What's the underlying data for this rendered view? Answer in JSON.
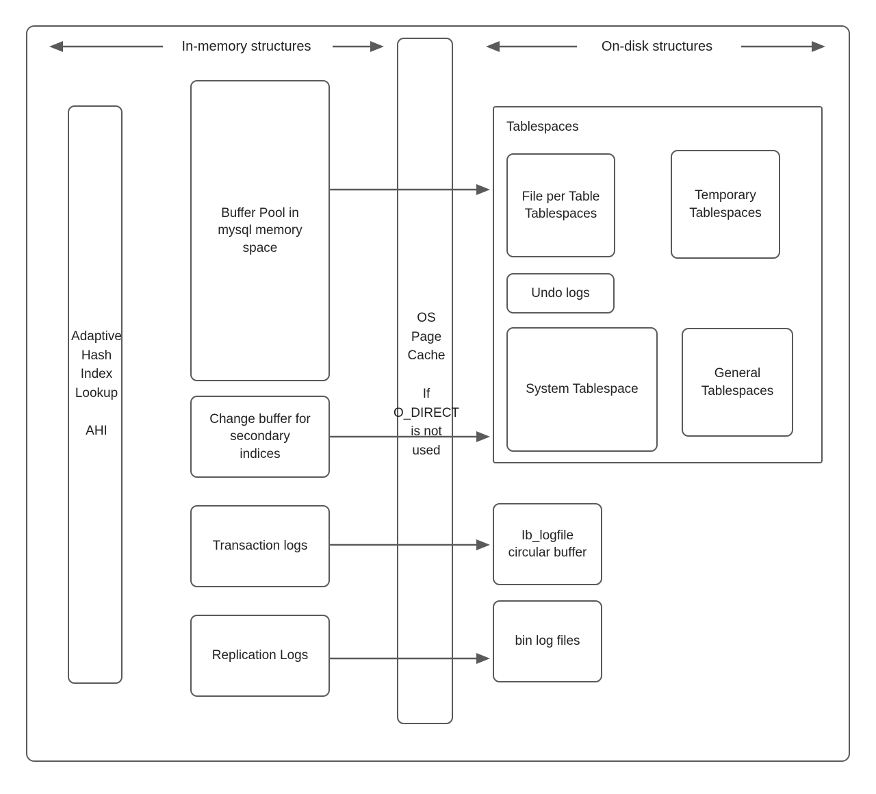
{
  "diagram": {
    "title_headers": [
      {
        "label": "In-memory structures"
      },
      {
        "label": "On-disk structures"
      }
    ],
    "left_column": {
      "ahi_box": {
        "label": "Adaptive\nHash\nIndex\nLookup\n\nAHI"
      }
    },
    "memory_nodes": [
      {
        "label": "Buffer Pool in\nmysql memory\nspace"
      },
      {
        "label": "Change buffer for\nsecondary\nindices"
      },
      {
        "label": "Transaction logs"
      },
      {
        "label": "Replication Logs"
      }
    ],
    "page_cache": {
      "title": "OS\nPage\nCache",
      "note": "If\nO_DIRECT\nis not\nused"
    },
    "tablespaces_group": {
      "title": "Tablespaces",
      "children": [
        {
          "label": "File per Table\nTablespaces"
        },
        {
          "label": "Temporary\nTablespaces"
        },
        {
          "label": "Undo logs"
        },
        {
          "label": "System Tablespace"
        },
        {
          "label": "General\nTablespaces"
        }
      ]
    },
    "disk_log_nodes": [
      {
        "label": "Ib_logfile\ncircular buffer"
      },
      {
        "label": "bin log files"
      }
    ],
    "colors": {
      "stroke": "#5a5a5a",
      "text": "#222222",
      "background": "#ffffff"
    }
  }
}
